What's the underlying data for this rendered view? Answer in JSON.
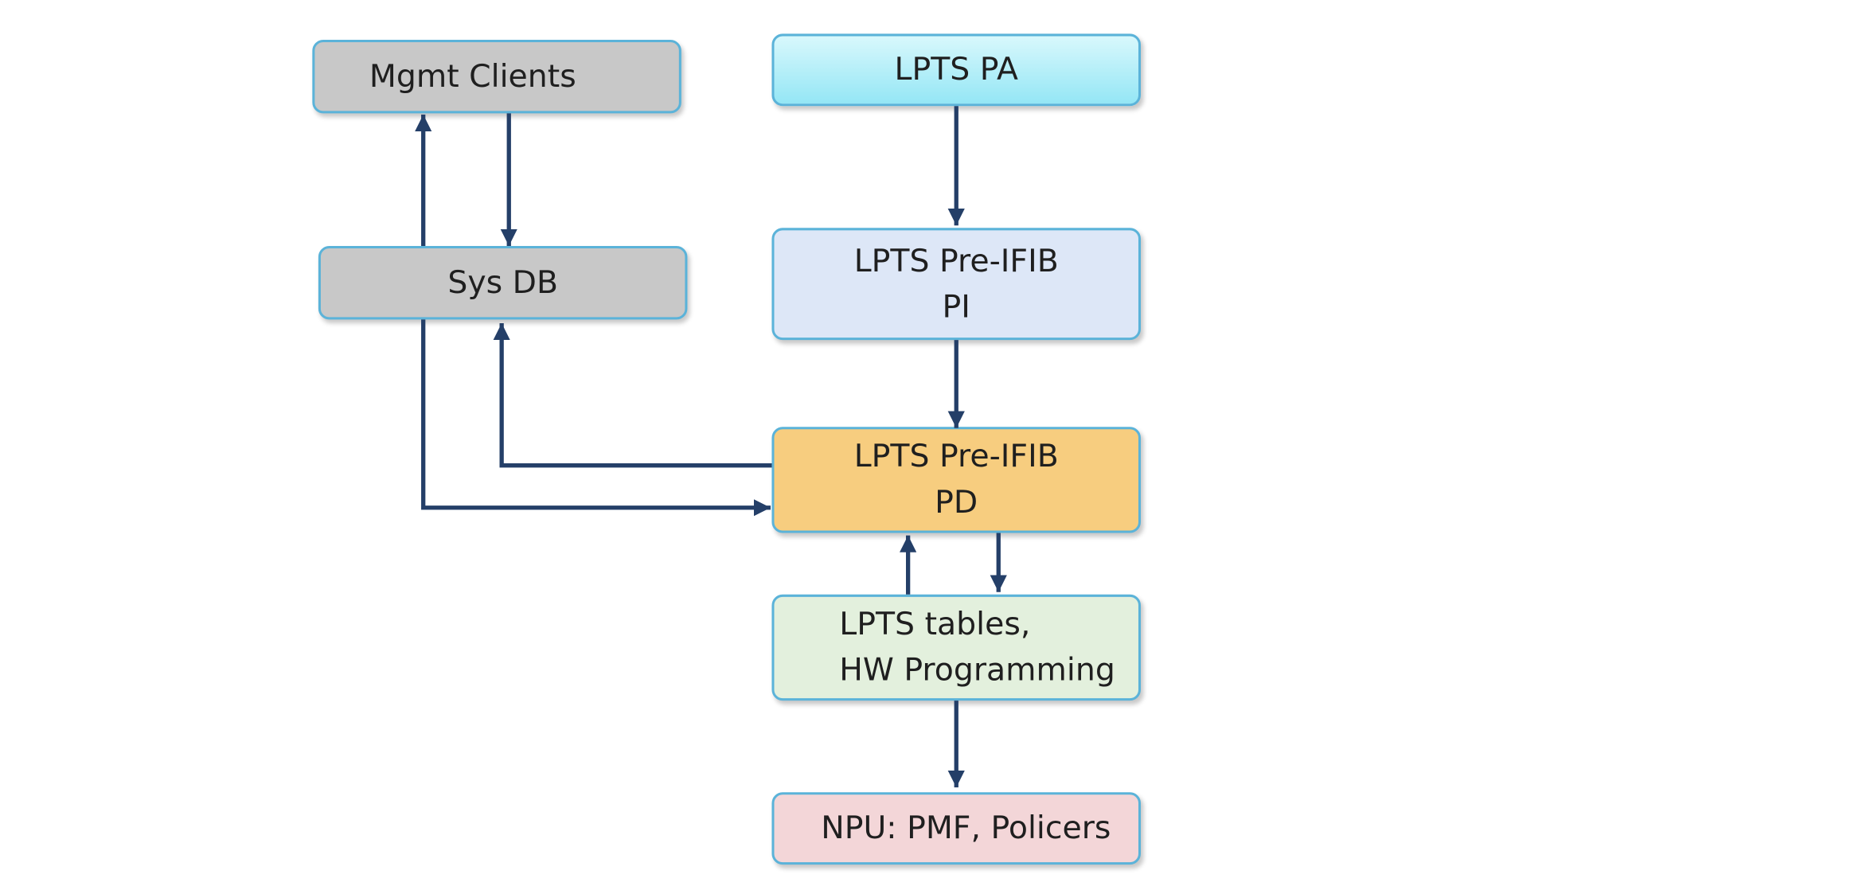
{
  "nodes": {
    "mgmt_clients": "Mgmt Clients",
    "sys_db": "Sys DB",
    "lpts_pa": "LPTS PA",
    "pre_ifib_pi": [
      "LPTS Pre-IFIB",
      "PI"
    ],
    "pre_ifib_pd": [
      "LPTS Pre-IFIB",
      "PD"
    ],
    "lpts_tables": [
      "LPTS tables,",
      "HW Programming"
    ],
    "npu": "NPU: PMF, Policers"
  },
  "colors": {
    "arrow": "#243f68",
    "node_border": "#5bb3d9",
    "mgmt_fill": "#c8c8c8",
    "sysdb_fill": "#c8c8c8",
    "pa_fill": "#a8ecf7",
    "pi_fill": "#dde7f7",
    "pd_fill": "#f7cd7f",
    "tables_fill": "#e3f0dd",
    "npu_fill": "#f3d6d8"
  }
}
